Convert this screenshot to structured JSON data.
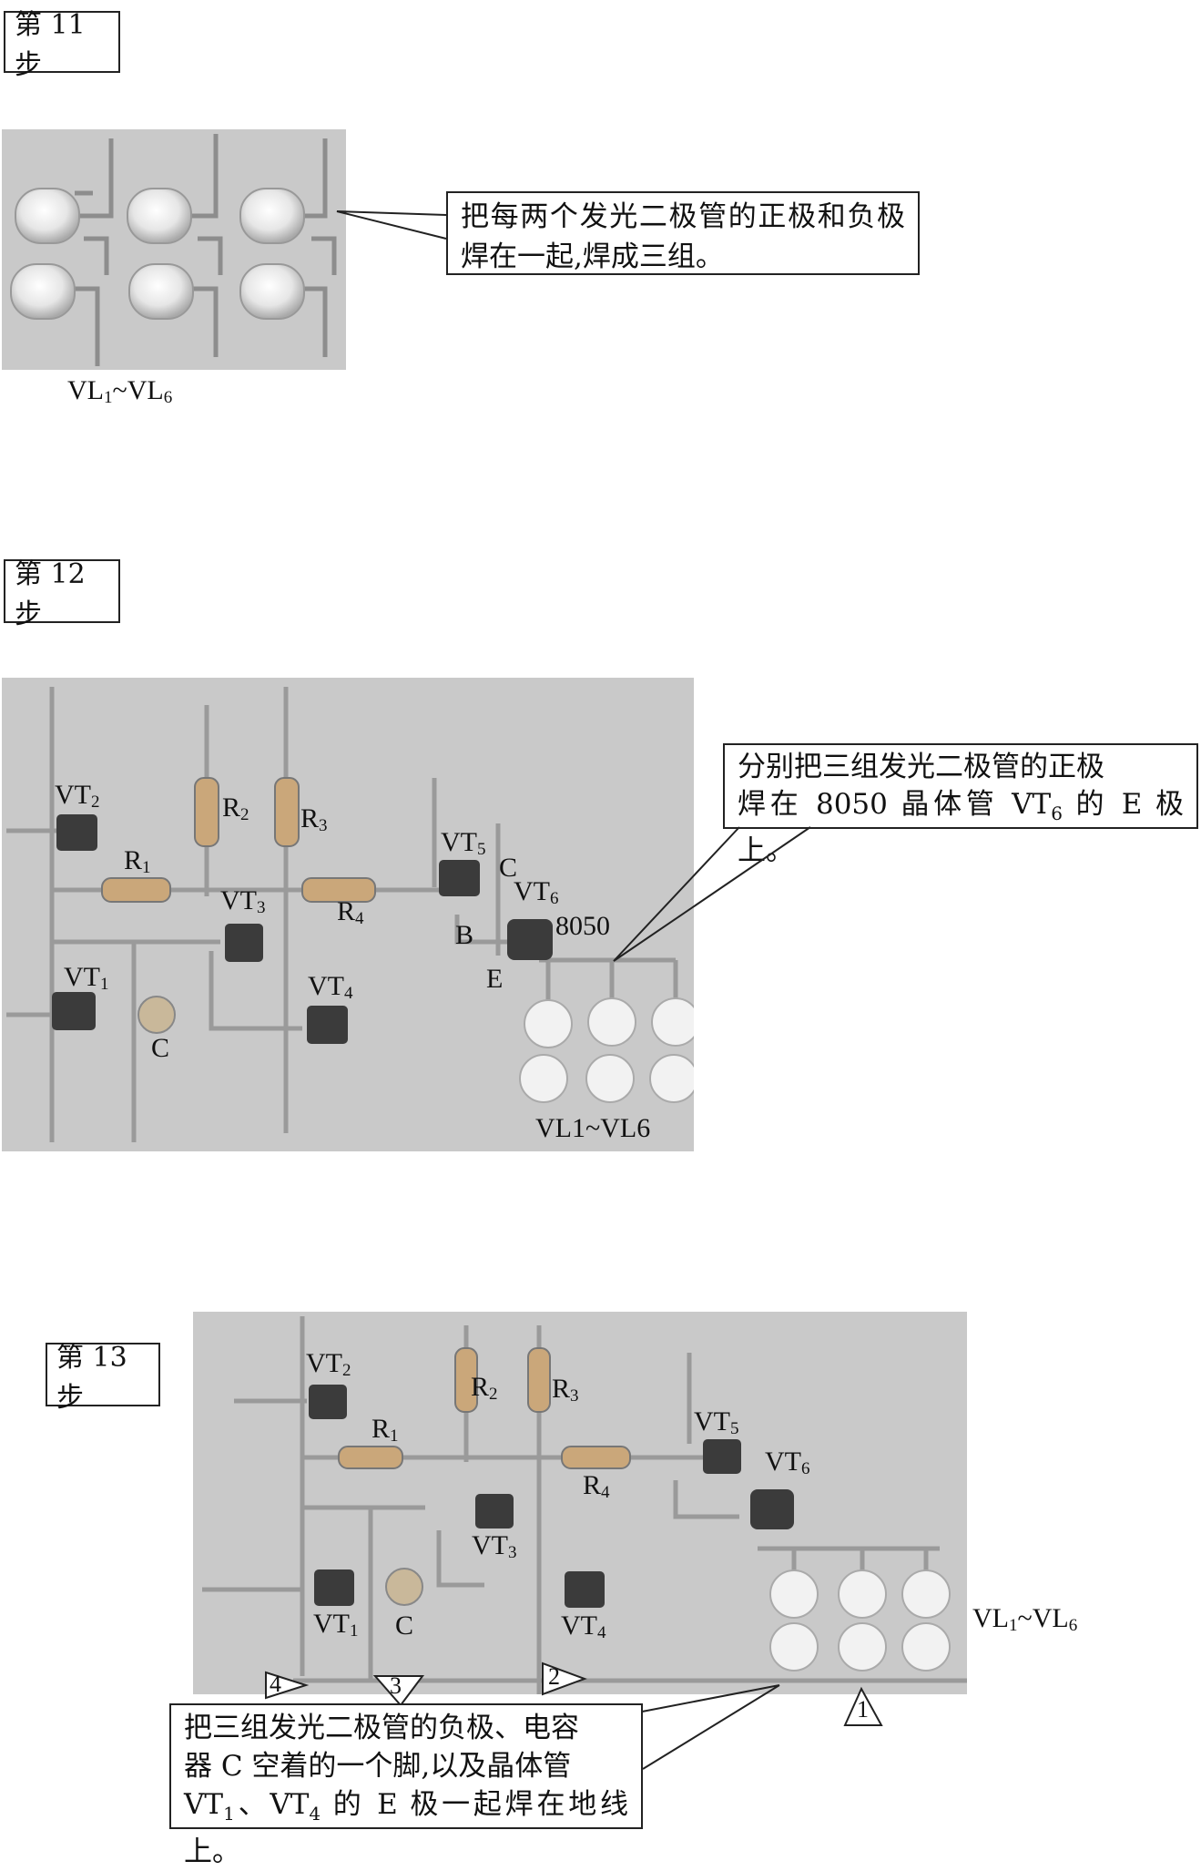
{
  "steps": [
    {
      "label": "第 11 步",
      "callout": "把每两个发光二极管的正极和负极焊在一起,焊成三组。",
      "caption": {
        "base": "VL",
        "sub1": "1",
        "sep": "~VL",
        "sub2": "6"
      }
    },
    {
      "label": "第 12 步",
      "callout_line1": "分别把三组发光二极管的正极",
      "callout_line2_pre": "焊在 8050 晶体管 VT",
      "callout_line2_sub": "6",
      "callout_line2_post": " 的 E 极上。",
      "labels": {
        "vt": "VT",
        "r": "R",
        "c": "C",
        "b": "B",
        "e": "E",
        "model": "8050",
        "vl": "VL1~VL6"
      }
    },
    {
      "label": "第 13 步",
      "callout_line1": "把三组发光二极管的负极、电容",
      "callout_line2": "器 C 空着的一个脚,以及晶体管",
      "callout_line3_a": "VT",
      "callout_line3_sub1": "1",
      "callout_line3_b": "、VT",
      "callout_line3_sub2": "4",
      "callout_line3_c": " 的 E 极一起焊在地线上。",
      "markers": [
        "4",
        "3",
        "2",
        "1"
      ],
      "vl_caption": {
        "base": "VL",
        "sub1": "1",
        "sep": "~VL",
        "sub2": "6"
      },
      "labels": {
        "vt": "VT",
        "r": "R",
        "c": "C"
      }
    }
  ],
  "subscripts": {
    "n1": "1",
    "n2": "2",
    "n3": "3",
    "n4": "4",
    "n5": "5",
    "n6": "6"
  }
}
